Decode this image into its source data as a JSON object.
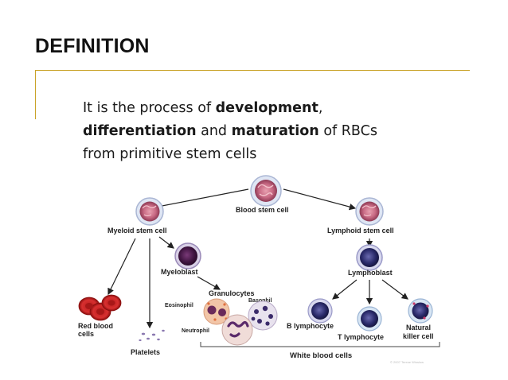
{
  "slide": {
    "title": "DEFINITION",
    "text": {
      "p1": "It is the process of ",
      "b1": "development",
      "p2": ",",
      "b2": "differentiation",
      "p3": " and ",
      "b3": "maturation",
      "p4": " of RBCs",
      "line3": "from primitive stem cells"
    },
    "accent_color": "#c9a227"
  },
  "diagram": {
    "blood_stem_cell": "Blood stem cell",
    "myeloid_stem_cell": "Myeloid stem cell",
    "lymphoid_stem_cell": "Lymphoid stem cell",
    "myeloblast": "Myeloblast",
    "lymphoblast": "Lymphoblast",
    "granulocytes": "Granulocytes",
    "basophil": "Basophil",
    "eosinophil": "Eosinophil",
    "neutrophil": "Neutrophil",
    "red_blood_cells_1": "Red blood",
    "red_blood_cells_2": "cells",
    "platelets": "Platelets",
    "b_lymphocyte": "B lymphocyte",
    "t_lymphocyte": "T lymphocyte",
    "natural_killer_1": "Natural",
    "natural_killer_2": "killer cell",
    "white_blood_cells": "White blood cells",
    "copyright": "© 2007 Terese Winslow"
  }
}
